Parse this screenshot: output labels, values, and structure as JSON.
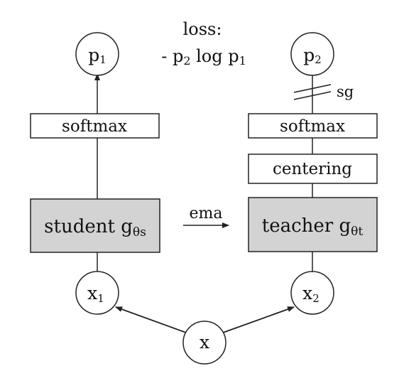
{
  "loss": {
    "title": "loss:",
    "formula_prefix": "- p",
    "formula_sub1": "2",
    "formula_mid": " log p",
    "formula_sub2": "1"
  },
  "student": {
    "output_node": {
      "base": "p",
      "sub": "1"
    },
    "softmax_label": "softmax",
    "network": {
      "text": "student g",
      "sub": "θs"
    },
    "input_node": {
      "base": "x",
      "sub": "1"
    }
  },
  "teacher": {
    "output_node": {
      "base": "p",
      "sub": "2"
    },
    "stop_gradient_label": "sg",
    "softmax_label": "softmax",
    "centering_label": "centering",
    "network": {
      "text": "teacher g",
      "sub": "θt"
    },
    "input_node": {
      "base": "x",
      "sub": "2"
    }
  },
  "ema_label": "ema",
  "source_node": {
    "label": "x"
  },
  "colors": {
    "network_fill": "#d3d3d3",
    "box_fill": "#ffffff",
    "stroke": "#222222"
  }
}
